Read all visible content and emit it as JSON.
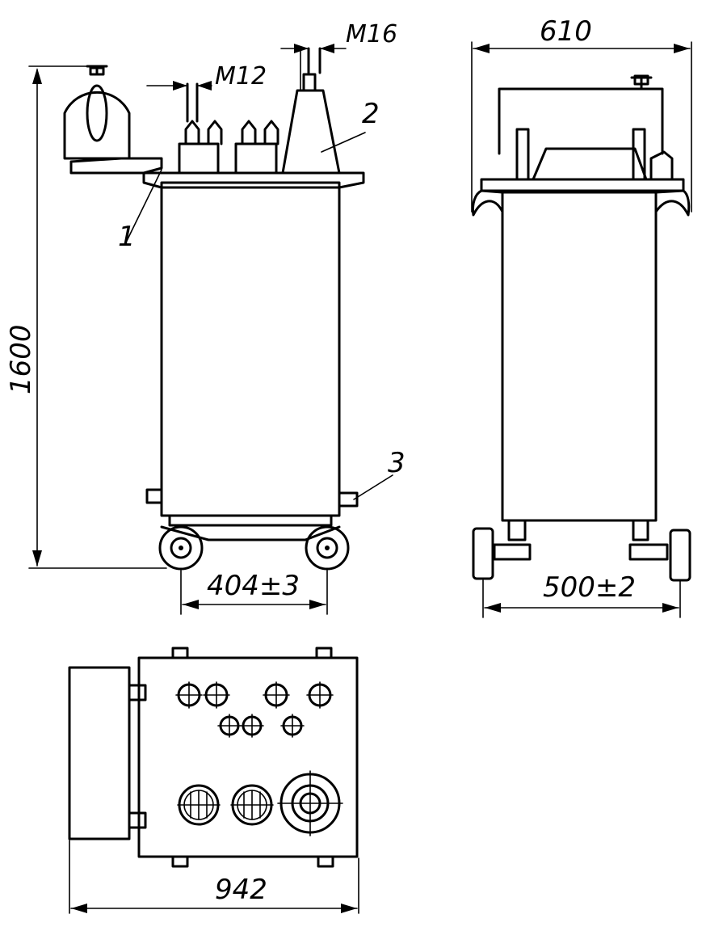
{
  "dimensions": {
    "overall_height": "1600",
    "top_width": "610",
    "side_wheelbase": "404±3",
    "front_track": "500±2",
    "plan_length": "942"
  },
  "threads": {
    "small": "M12",
    "large": "M16"
  },
  "callouts": {
    "item1": "1",
    "item2": "2",
    "item3": "3"
  }
}
